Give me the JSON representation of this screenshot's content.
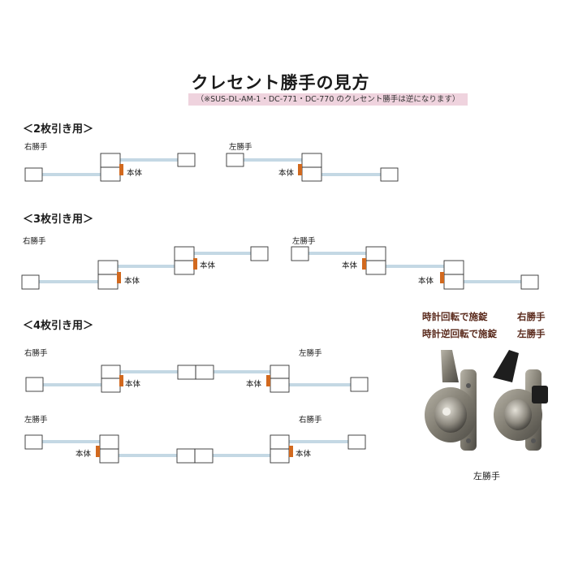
{
  "title": "クレセント勝手の見方",
  "note": "（※SUS-DL-AM-1・DC-771・DC-770 のクレセント勝手は逆になります）",
  "sections": {
    "two": {
      "heading": "＜2枚引き用＞",
      "right_label": "右勝手",
      "left_label": "左勝手"
    },
    "three": {
      "heading": "＜3枚引き用＞",
      "right_label": "右勝手",
      "left_label": "左勝手"
    },
    "four": {
      "heading": "＜4枚引き用＞",
      "a_left": "右勝手",
      "a_right": "左勝手",
      "b_left": "左勝手",
      "b_right": "右勝手"
    }
  },
  "body_label": "本体",
  "legend": {
    "cw": "時計回転で施錠",
    "cw_hand": "右勝手",
    "ccw": "時計逆回転で施錠",
    "ccw_hand": "左勝手"
  },
  "photo_caption": "左勝手",
  "colors": {
    "rail": "#c4d8e4",
    "frame": "#333333",
    "body": "#d2691e",
    "note_bg": "#efd3de"
  }
}
